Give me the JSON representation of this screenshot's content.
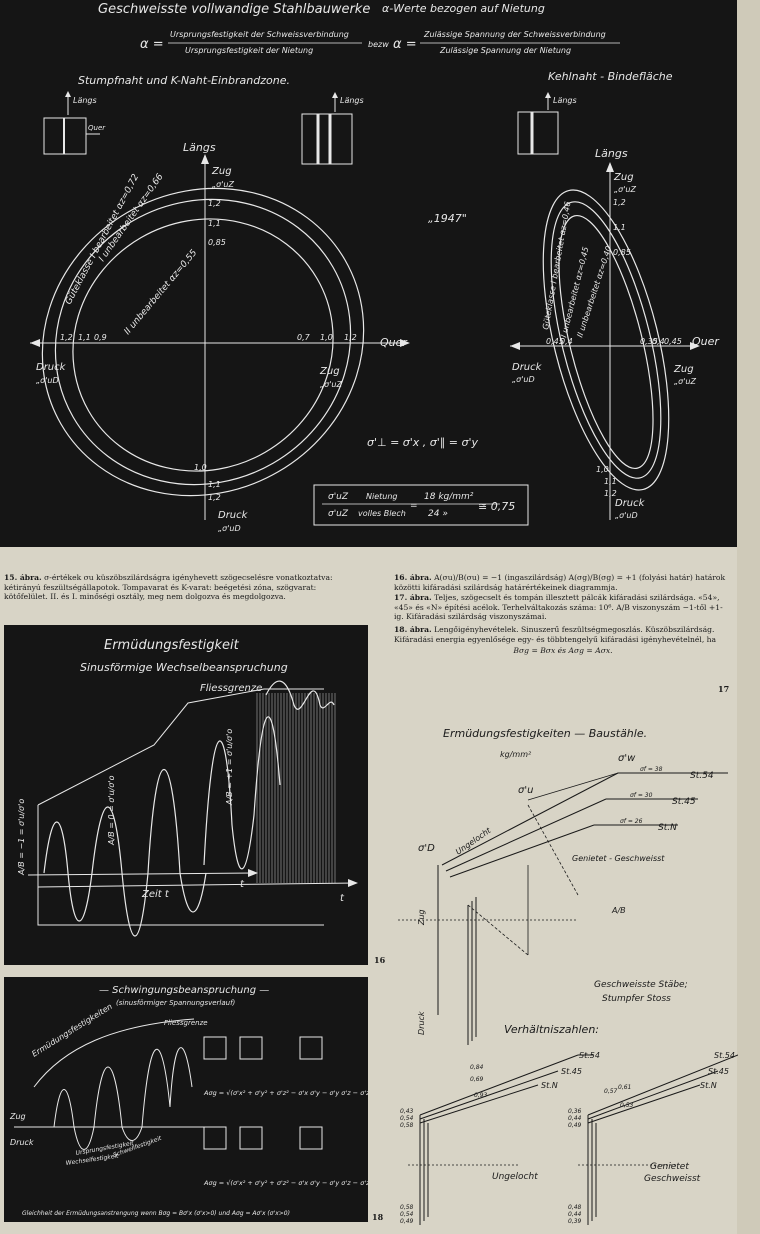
{
  "fig15": {
    "title": "Geschweisste vollwandige Stahlbauwerke",
    "title_alpha": "α-Werte bezogen auf Nietung",
    "formula_left_num": "Ursprungsfestigkeit der Schweissverbindung",
    "formula_left_den": "Ursprungsfestigkeit der Nietung",
    "formula_bezw": "bezw",
    "formula_right_num": "Zulässige Spannung der Schweissverbindung",
    "formula_right_den": "Zulässige Spannung der Nietung",
    "left_heading": "Stumpfnaht und K-Naht-Einbrandzone.",
    "right_heading": "Kehlnaht - Bindefläche",
    "laengs": "Längs",
    "quer": "Quer",
    "zug": "Zug",
    "druck": "Druck",
    "year": "„1947\"",
    "zug_sub": "„σ'uZ",
    "druck_sub": "„σ'uD",
    "curve_label_1": "Güteklasse I bearbeitet αz=0,72",
    "curve_label_2": "I unbearbeitet αz=0,66",
    "curve_label_3": "II unbearbeitet αz=0,55",
    "right_curve_1": "Güteklasse I bearbeitet αz=0,46",
    "right_curve_2": "I unbearbeitet αz=0,45",
    "right_curve_3": "II unbearbeitet αz=0,40",
    "sigma_rel": "σ'⊥ = σ'x ,  σ'∥ = σ'y",
    "box_n1": "σ'uZ",
    "box_d1": "σ'uZ",
    "box_n2": "Nietung",
    "box_d2": "volles Blech",
    "box_n3": "18 kg/mm²",
    "box_d3": "24  »",
    "box_result": "≅ 0,75",
    "tick_top": [
      "1,2",
      "1,1",
      "0,85"
    ],
    "tick_bottom": [
      "1,0",
      "1,1",
      "1,2"
    ],
    "tick_left": [
      "1,2",
      "1,1",
      "0,9"
    ],
    "tick_right": [
      "0,7",
      "1,0",
      "1,2"
    ],
    "r_tick_top": [
      "1,2",
      "1,1",
      "0,85"
    ],
    "r_tick_right": [
      "0,35",
      "0,4",
      "0,45"
    ],
    "r_tick_left": [
      "0,45",
      "0,4"
    ],
    "r_tick_bottom": [
      "1,0",
      "1,1",
      "1,2"
    ]
  },
  "caption15": {
    "num": "15. ábra.",
    "text": "σ-értékek σu küszöbszilárdságra igényhevett szögecselésre vonatkoztatva: kétirányú feszültségállapotok. Tompavarat és K-varat: beégetési zóna, szögvarat: kötőfelület. II. és I. minőségi osztály, meg nem dolgozva és megdolgozva."
  },
  "caption16": {
    "p1_num": "16. ábra.",
    "p1_text": "A(σu)/B(σu) = −1 (ingaszilárdság) A(σg)/B(σg) = +1 (folyási határ) határok közötti kifáradási szilárdság határértékeinek diagrammja.",
    "p2_num": "17. ábra.",
    "p2_text": "Teljes, szögecselt és tompán illesztett pálcák kifáradási szilárdsága. «54», «45» és «N» építési acélok. Terhelváltakozás száma: 10⁶. A/B viszonyszám −1-től +1-ig. Kifáradási szilárdság viszonyszámai.",
    "p3_num": "18. ábra.",
    "p3_text": "Lengőigényhevételek. Sinuszerű feszültségmegoszlás. Küszöbszilárdság. Kifáradási energia egyenlősége egy- és többtengelyű kifáradási igényhevételnél, ha",
    "p3_formula": "Bσg = Bσx  és  Aσg = Aσx.",
    "page": "17"
  },
  "fig16": {
    "title": "Ermüdungsfestigkeit",
    "subtitle": "Sinusförmige Wechselbeanspruchung",
    "fliessgrenze": "Fliessgrenze",
    "zeit": "Zeit  t",
    "ratio_left": "A/B = −1 = σ'u/σ'o",
    "ratio_mid": "A/B = 0 = σ'u/σ'o",
    "ratio_right": "A/B = +1 = σ'u/σ'o",
    "t": "t"
  },
  "fig18": {
    "title": "— Schwingungsbeanspruchung —",
    "subtitle": "(sinusförmiger Spannungsverlauf)",
    "curve": "Ermüdungsfestigkeiten",
    "fliess": "Fliessgrenze",
    "zug": "Zug",
    "druck": "Druck",
    "schwell": "Schwellfestigkeit",
    "ursprung": "Ursprungsfestigkeit",
    "wechsel": "Wechselfestigkeit",
    "formula1": "Aσg = √(σ'x² + σ'y² + σ'z² − σ'x σ'y − σ'y σ'z − σ'z σ'x)",
    "formula2": "Aσg = √(σ'x² + σ'y² + σ'z² − σ'x σ'y − σ'y σ'z − σ'z σ'x)",
    "footer": "Gleichheit der Ermüdungsanstrengung wenn  Bσg = Bσ'x (σ'x>0)  und  Aσg = Aσ'x (σ'x>0)",
    "page": "18"
  },
  "fig17": {
    "title": "Ermüdungsfestigkeiten — Baustähle.",
    "unit": "kg/mm²",
    "sigma_w": "σ'w",
    "sigma_u": "σ'u",
    "sigma_d": "σ'D",
    "st54": "St.54",
    "st45": "St.45",
    "stN": "St.N",
    "sf38": "σf = 38",
    "sf30": "σf = 30",
    "sf26": "σf = 26",
    "ungelocht": "Ungelocht",
    "genietet": "Genietet - Geschweisst",
    "zug": "Zug",
    "druck": "Druck",
    "ab": "A/B",
    "staebe": "Geschweisste Stäbe;",
    "stoss": "Stumpfer Stoss",
    "ratios_title": "Verhältniszahlen:",
    "ungelocht2": "Ungelocht",
    "genietet2": "Genietet",
    "geschweisst2": "Geschweisst",
    "left_ratios": [
      "0,84",
      "0,69",
      "0,93"
    ],
    "right_ratios": [
      "0,57",
      "0,61",
      "0,53"
    ],
    "left_axis": [
      "0,43",
      "0,54",
      "0,58"
    ],
    "left_axis_low": [
      "0,58",
      "0,54",
      "0,49"
    ],
    "right_axis": [
      "0,36",
      "0,44",
      "0,49"
    ],
    "right_axis_low": [
      "0,48",
      "0,44",
      "0,39"
    ],
    "page16": "16"
  }
}
